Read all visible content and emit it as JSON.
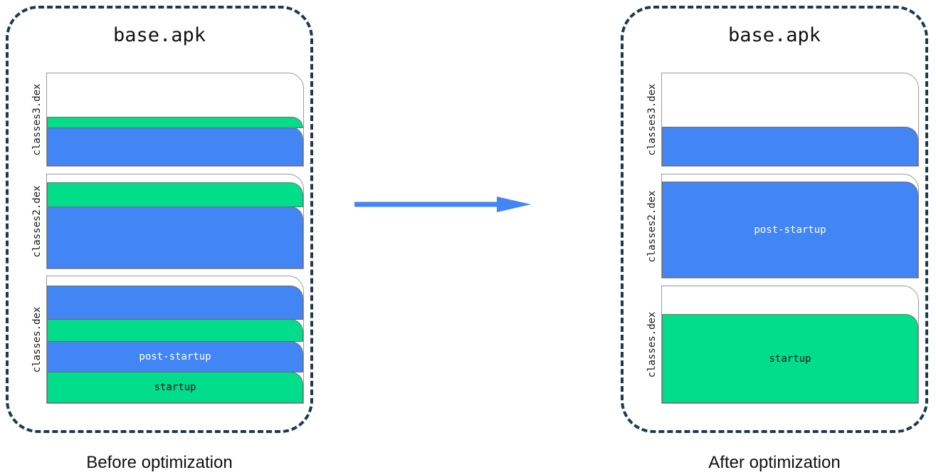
{
  "diagram": {
    "title_left": "base.apk",
    "title_right": "base.apk",
    "caption_left": "Before optimization",
    "caption_right": "After optimization",
    "arrow_icon": "arrow-right-icon",
    "colors": {
      "startup_green": "#00de8c",
      "post_startup_blue": "#4285f4",
      "panel_border_navy": "#1c3a4e",
      "box_border_gray": "#9a9a9a",
      "background": "#ffffff"
    },
    "legend_terms": {
      "startup": "startup",
      "post_startup": "post-startup"
    }
  },
  "panels": [
    {
      "id": "before",
      "title": "base.apk",
      "caption": "Before optimization",
      "dex_files": [
        {
          "label": "classes3.dex",
          "segments": [
            {
              "color": "blue",
              "text": "",
              "share": 0.42
            },
            {
              "color": "green",
              "text": "",
              "share": 0.12
            },
            {
              "color": "empty",
              "text": "",
              "share": 0.46
            }
          ]
        },
        {
          "label": "classes2.dex",
          "segments": [
            {
              "color": "blue",
              "text": "",
              "share": 0.66
            },
            {
              "color": "green",
              "text": "",
              "share": 0.27
            },
            {
              "color": "empty",
              "text": "",
              "share": 0.07
            }
          ]
        },
        {
          "label": "classes.dex",
          "segments": [
            {
              "color": "green",
              "text": "startup",
              "share": 0.25
            },
            {
              "color": "blue",
              "text": "post-startup",
              "share": 0.25
            },
            {
              "color": "green",
              "text": "",
              "share": 0.18
            },
            {
              "color": "blue",
              "text": "",
              "share": 0.27
            },
            {
              "color": "empty",
              "text": "",
              "share": 0.05
            }
          ]
        }
      ]
    },
    {
      "id": "after",
      "title": "base.apk",
      "caption": "After optimization",
      "dex_files": [
        {
          "label": "classes3.dex",
          "segments": [
            {
              "color": "blue",
              "text": "",
              "share": 0.42
            },
            {
              "color": "empty",
              "text": "",
              "share": 0.58
            }
          ]
        },
        {
          "label": "classes2.dex",
          "segments": [
            {
              "color": "blue",
              "text": "post-startup",
              "share": 0.93
            },
            {
              "color": "empty",
              "text": "",
              "share": 0.07
            }
          ]
        },
        {
          "label": "classes.dex",
          "segments": [
            {
              "color": "green",
              "text": "startup",
              "share": 0.76
            },
            {
              "color": "empty",
              "text": "",
              "share": 0.24
            }
          ]
        }
      ]
    }
  ]
}
